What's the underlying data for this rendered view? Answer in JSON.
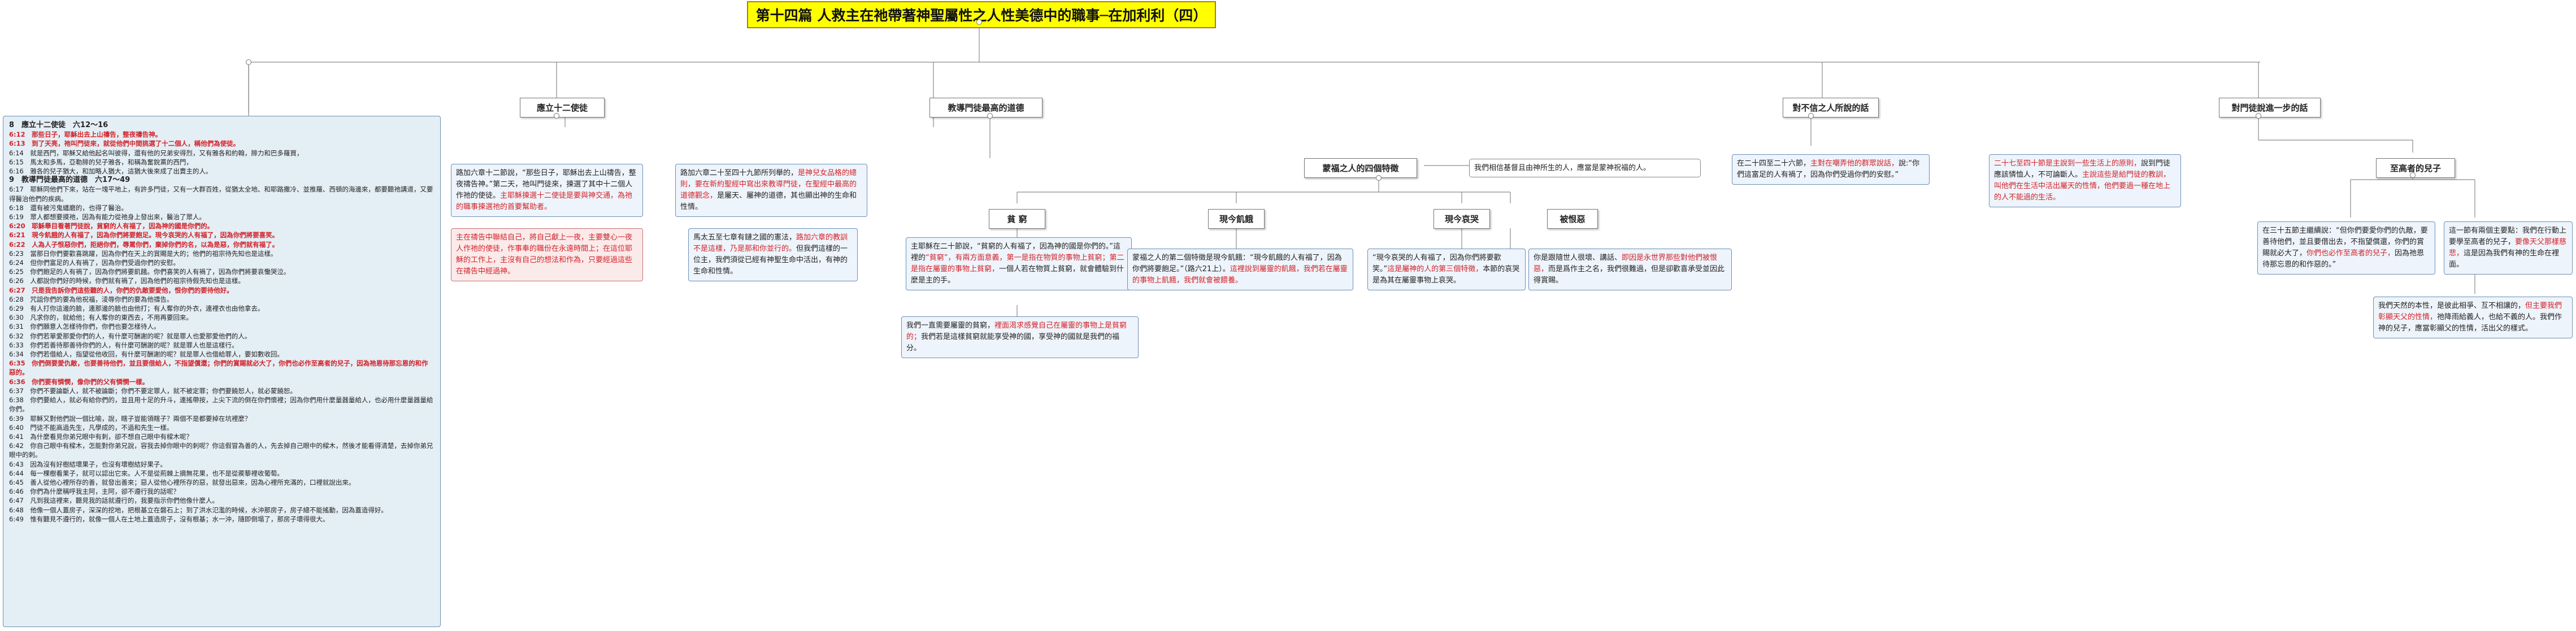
{
  "title": "第十四篇 人救主在祂帶著神聖屬性之人性美德中的職事─在加利利（四）",
  "branches": {
    "b1": {
      "label": "應立十二使徒"
    },
    "b2": {
      "label": "教導門徒最高的道德"
    },
    "b3": {
      "label": "對不信之人所說的話"
    },
    "b4": {
      "label": "對門徒說進一步的話"
    }
  },
  "b1_note": {
    "a": "路加六章十二節說，“那些日子，耶穌出去上山禱告，整夜禱告神。”第二天，祂叫門徒來，揀選了其中十二個人作祂的使徒。",
    "a_red": "主耶穌揀選十二使徒是要與神交通，為祂的職事揀選祂的首要幫助者。",
    "b_red": "主在禱告中聯結自己，將自己獻上一夜，主要雙心一夜人作祂的使徒，作事奉的職份在永遠時間上；在這位耶穌的工作上，主沒有自己的想法和作為，只要經過這些在禱告中經過神。"
  },
  "b2_note": {
    "a": "路加六章二十至四十九節所列舉的，",
    "a_red": "是神兒女品格的總則，要在新約聖經中寫出來教導門徒，在聖經中最高的道德觀念，",
    "a2": "是屬天、屬神的道德，其也顯出神的生命和性情。",
    "b": "馬太五至七章有鏈之國的憲法，",
    "b_red": "路加六章的教訓不是這樣，乃是那和你並行的。",
    "b2": "但我們這樣的一位主，我們須從已經有神聖生命中活出，有神的生命和性情。"
  },
  "center": {
    "label": "蒙福之人的四個特徵",
    "sub": "我們相信基督且由神所生的人，應當是蒙神祝福的人。"
  },
  "blessed": [
    {
      "label": "貧 窮",
      "note": "主耶穌在二十節說，“貧窮的人有福了，因為神的國是你們的。”這裡的",
      "note_red": "“貧窮”，有兩方面意義，第一是指在物質的事物上貧窮；第二是指在屬靈的事物上貧窮，",
      "note2": "一個人若在物質上貧窮，就會體驗到什麼是主的手。",
      "sub": "我們一直需要屬靈的貧窮，",
      "sub_red": "裡面渴求感覺自己在屬靈的事物上是貧窮的；",
      "sub2": "我們若是這樣貧窮就能享受神的國，享受神的國就是我們的福分。"
    },
    {
      "label": "現今飢餓",
      "note": "蒙福之人的第二個特徵是現今飢餓：“現今飢餓的人有福了，因為你們將要飽足。”（路六21上）。",
      "note_red": "這裡說到屬靈的飢餓，我們若在屬靈的事物上飢餓，我們就會被餵養。",
      "note2": ""
    },
    {
      "label": "現今哀哭",
      "note": "“現今哀哭的人有福了，因為你們將要歡笑。”",
      "note_red": "這是屬神的人的第三個特徵，",
      "note2": "本節的哀哭是為其在屬靈事物上哀哭。"
    },
    {
      "label": "被恨惡",
      "note": "你是跟隨世人很壞、講話、",
      "note_red": "即因是永世界那些對他們被恨惡，",
      "note2": "而是爲作主之名，我們很難過，但是卻歡喜承受並因此得賞賜。"
    }
  ],
  "b3_note": {
    "a": "在二十四至二十六節，",
    "a_red": "主對在嘲弄他的群眾說話，",
    "a2": "說:“你們這富足的人有禍了，因為你們受過你們的安慰。”"
  },
  "b4_note": {
    "red": "二十七至四十節是主說到一些生活上的原則，",
    "a": "說到門徒應該憐恤人，不可論斷人。",
    "red2": "主說這些是給門徒的教訓，叫他們在生活中活出屬天的性情，他們要過一種在地上的人不能過的生活。"
  },
  "good_tree": {
    "label": "至高者的兒子",
    "a": "在三十五節主繼續說：“但你們要愛你們的仇敵，要善待他們，並且要借出去，不指望償還，你們的賞賜就必大了，",
    "a_red": "你們也必作至高者的兒子，",
    "a2": "因為祂恩待那忘恩的和作惡的。”",
    "b": "這一節有兩個主要點：我們在行動上要學至高者的兒子，",
    "b_red": "要像天父那樣慈悲，",
    "b2": "這是因為我們有神的生命在裡面。",
    "c": "我們天然的本性，是彼此相爭、互不相讓的，",
    "c_red": "但主要我們彰顯天父的性情，",
    "c2": "祂降雨給義人，也給不義的人。我們作神的兒子，應當彰顯父的性情，活出父的樣式。"
  },
  "panel": {
    "sec8": "8　應立十二使徒　六12～16",
    "lines8": [
      {
        "t": "6:12　那些日子，耶穌出去上山禱告，整夜禱告神。",
        "red": true
      },
      {
        "t": "6:13　到了天亮，祂叫門徒來，就從他們中間挑選了十二個人，稱他們為使徒。",
        "red": true
      },
      {
        "t": "6:14　就是西門，耶穌又給他起名叫彼得，還有他的兄弟安得烈，又有雅各和約翰，腓力和巴多羅買，",
        "red": false
      },
      {
        "t": "6:15　馬太和多馬，亞勒腓的兒子雅各，和稱為奮銳黨的西門，",
        "red": false
      },
      {
        "t": "6:16　雅各的兒子猶大，和加略人猶大，這猶大後來成了出賣主的人。",
        "red": false
      }
    ],
    "sec9": "9　教導門徒最高的道德　六17～49",
    "lines9": [
      {
        "t": "6:17　耶穌同他們下來，站在一塊平地上，有許多門徒，又有一大群百姓，從猶太全地、和耶路撒冷、並推羅、西頓的海邊來，都要聽祂講道，又要得醫治他們的疾病。",
        "red": false
      },
      {
        "t": "6:18　還有被污鬼纏磨的，也得了醫治。",
        "red": false
      },
      {
        "t": "6:19　眾人都想要摸祂，因為有能力從祂身上發出來，醫治了眾人。",
        "red": false
      },
      {
        "t": "6:20　耶穌舉目看著門徒說，貧窮的人有福了，因為神的國是你們的。",
        "red": true
      },
      {
        "t": "6:21　現今飢餓的人有福了，因為你們將要飽足。現今哀哭的人有福了，因為你們將要喜笑。",
        "red": true
      },
      {
        "t": "6:22　人為人子恨惡你們，拒絕你們，辱罵你們，棄掉你們的名，以為是惡，你們就有福了。",
        "red": true
      },
      {
        "t": "6:23　當那日你們要歡喜跳躍，因為你們在天上的賞賜是大的；他們的祖宗待先知也是這樣。",
        "red": false
      },
      {
        "t": "6:24　但你們富足的人有禍了，因為你們受過你們的安慰。",
        "red": false
      },
      {
        "t": "6:25　你們飽足的人有禍了，因為你們將要飢餓。你們喜笑的人有禍了，因為你們將要哀慟哭泣。",
        "red": false
      },
      {
        "t": "6:26　人都說你們好的時候，你們就有禍了，因為他們的祖宗待假先知也是這樣。",
        "red": false
      },
      {
        "t": "6:27　只是我告訴你們這些聽的人，你們的仇敵要愛他，恨你們的要待他好。",
        "red": true
      },
      {
        "t": "6:28　咒詛你們的要為他祝福，淩辱你們的要為他禱告。",
        "red": false
      },
      {
        "t": "6:29　有人打你這邊的臉，連那邊的臉也由他打；有人奪你的外衣，連裡衣也由他拿去。",
        "red": false
      },
      {
        "t": "6:30　凡求你的，就給他；有人奪你的東西去，不用再要回來。",
        "red": false
      },
      {
        "t": "6:31　你們願意人怎樣待你們，你們也要怎樣待人。",
        "red": false
      },
      {
        "t": "6:32　你們若單愛那愛你們的人，有什麼可酬謝的呢？就是罪人也愛那愛他們的人。",
        "red": false
      },
      {
        "t": "6:33　你們若善待那善待你們的人，有什麼可酬謝的呢？就是罪人也是這樣行。",
        "red": false
      },
      {
        "t": "6:34　你們若借給人，指望從他收回，有什麼可酬謝的呢？就是罪人也借給罪人，要如數收回。",
        "red": false
      },
      {
        "t": "6:35　你們倒要愛仇敵，也要善待他們，並且要借給人，不指望償還；你們的賞賜就必大了，你們也必作至高者的兒子，因為祂恩待那忘恩的和作惡的。",
        "red": true
      },
      {
        "t": "6:36　你們要有憐憫，像你們的父有憐憫一樣。",
        "red": true
      },
      {
        "t": "6:37　你們不要論斷人，就不被論斷；你們不要定罪人，就不被定罪；你們要饒恕人，就必蒙饒恕。",
        "red": false
      },
      {
        "t": "6:38　你們要給人，就必有給你們的，並且用十足的升斗，連搖帶按，上尖下流的倒在你們懷裡；因為你們用什麼量器量給人，也必用什麼量器量給你們。",
        "red": false
      },
      {
        "t": "6:39　耶穌又對他們說一個比喻，說，瞎子豈能領瞎子？兩個不是都要掉在坑裡麼？",
        "red": false
      },
      {
        "t": "6:40　門徒不能高過先生，凡學成的，不過和先生一樣。",
        "red": false
      },
      {
        "t": "6:41　為什麼看見你弟兄眼中有刺，卻不想自己眼中有樑木呢？",
        "red": false
      },
      {
        "t": "6:42　你自己眼中有樑木，怎能對你弟兄說，容我去掉你眼中的刺呢？你這假冒為善的人，先去掉自己眼中的樑木，然後才能看得清楚，去掉你弟兄眼中的刺。",
        "red": false
      },
      {
        "t": "6:43　因為沒有好樹結壞果子，也沒有壞樹結好果子。",
        "red": false
      },
      {
        "t": "6:44　每一棵樹看果子，就可以認出它來。人不是從荊棘上摘無花果，也不是從蒺藜裡收葡萄。",
        "red": false
      },
      {
        "t": "6:45　善人從他心裡所存的善，就發出善來；惡人從他心裡所存的惡，就發出惡來，因為心裡所充滿的，口裡就說出來。",
        "red": false
      },
      {
        "t": "6:46　你們為什麼稱呼我主阿，主阿，卻不遵行我的話呢？",
        "red": false
      },
      {
        "t": "6:47　凡到我這裡來，聽見我的話就遵行的，我要指示你們他像什麼人。",
        "red": false
      },
      {
        "t": "6:48　他像一個人蓋房子，深深的挖地，把根基立在磐石上；到了洪水氾濫的時候，水沖那房子，房子總不能搖動，因為蓋造得好。",
        "red": false
      },
      {
        "t": "6:49　惟有聽見不遵行的，就像一個人在土地上蓋造房子，沒有根基；水一沖，隨即倒塌了，那房子壞得很大。",
        "red": false
      }
    ]
  }
}
